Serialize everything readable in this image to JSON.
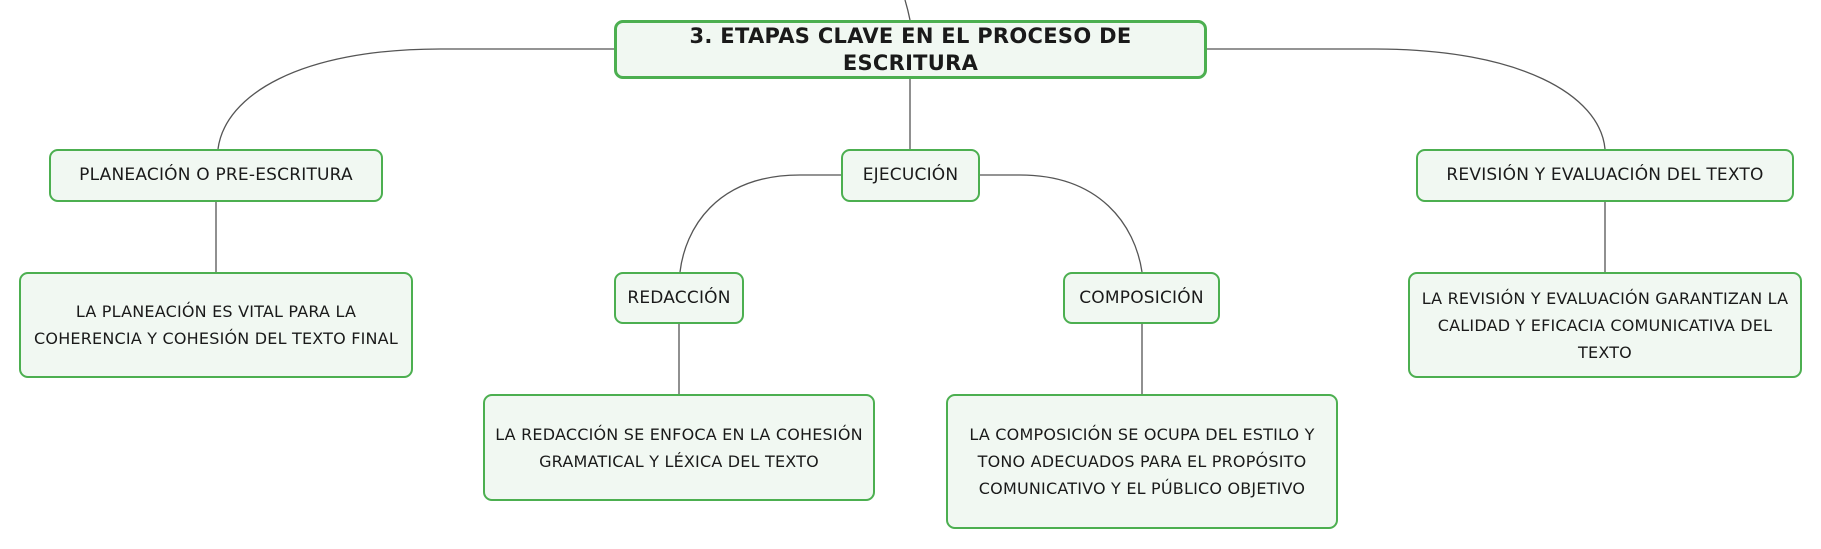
{
  "diagram": {
    "title": "3. ETAPAS CLAVE EN EL PROCESO DE ESCRITURA",
    "branches": {
      "planeacion": {
        "label": "PLANEACIÓN O PRE-ESCRITURA",
        "detail": "LA PLANEACIÓN ES VITAL PARA LA COHERENCIA Y COHESIÓN DEL TEXTO FINAL"
      },
      "ejecucion": {
        "label": "EJECUCIÓN",
        "redaccion": {
          "label": "REDACCIÓN",
          "detail": "LA REDACCIÓN SE ENFOCA EN LA COHESIÓN GRAMATICAL Y LÉXICA DEL TEXTO"
        },
        "composicion": {
          "label": "COMPOSICIÓN",
          "detail": "LA COMPOSICIÓN SE OCUPA DEL ESTILO Y TONO ADECUADOS PARA EL PROPÓSITO COMUNICATIVO Y EL PÚBLICO OBJETIVO"
        }
      },
      "revision": {
        "label": "REVISIÓN Y EVALUACIÓN DEL TEXTO",
        "detail": "LA REVISIÓN Y EVALUACIÓN GARANTIZAN LA CALIDAD Y EFICACIA COMUNICATIVA DEL TEXTO"
      }
    },
    "colors": {
      "node_border": "#4caf50",
      "node_fill": "#f1f8f2",
      "connector": "#555555"
    }
  }
}
